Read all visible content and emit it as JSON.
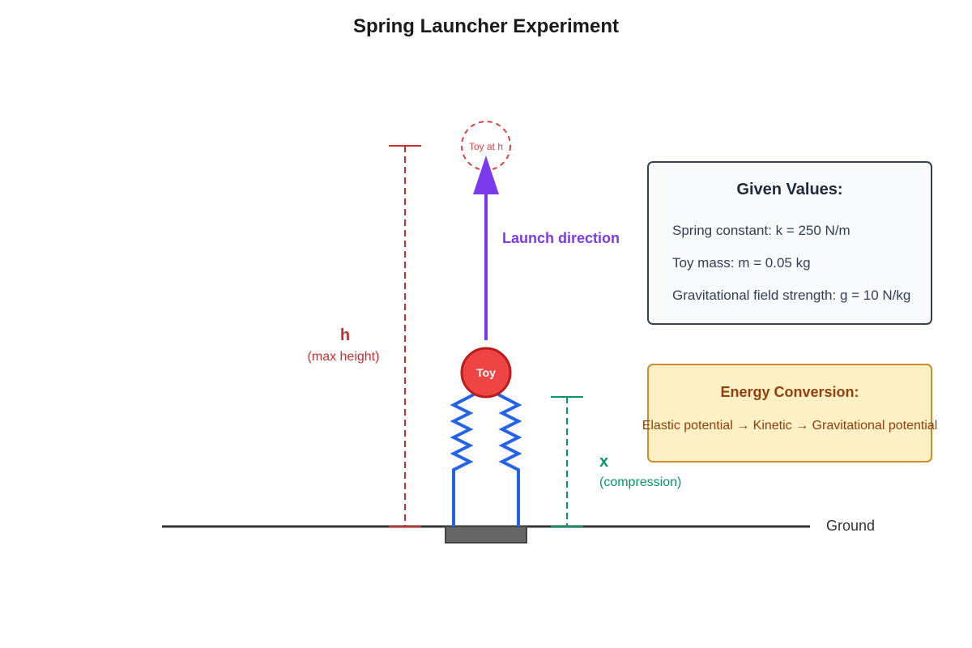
{
  "title": "Spring Launcher Experiment",
  "given_values": {
    "heading": "Given Values:",
    "spring_constant": "Spring constant: k = 250 N/m",
    "toy_mass": "Toy mass: m = 0.05 kg",
    "gravitational_field": "Gravitational field strength: g = 10 N/kg"
  },
  "energy_conversion": {
    "heading": "Energy Conversion:",
    "chain": "Elastic potential → Kinetic → Gravitational potential"
  },
  "height_marker": {
    "symbol": "h",
    "description": "(max height)"
  },
  "compression_marker": {
    "symbol": "x",
    "description": "(compression)"
  },
  "launch_label": "Launch direction",
  "ground_label": "Ground",
  "toy_label": "Toy",
  "toy_at_height_label": "Toy at h",
  "colors": {
    "height": "#c53030",
    "compression": "#059669",
    "launch": "#7c3aed",
    "spring": "#2563eb",
    "toy": "#ef4444",
    "ground": "#333333",
    "base": "#666666"
  }
}
